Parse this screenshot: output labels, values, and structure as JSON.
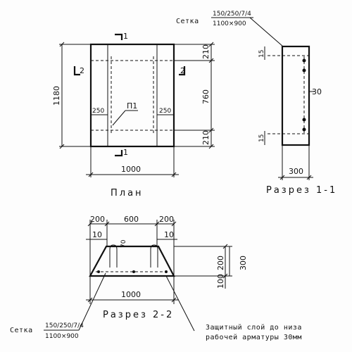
{
  "plan": {
    "title": "План",
    "dim_height": "1180",
    "dim_width": "1000",
    "dim_top": "210",
    "dim_mid": "760",
    "dim_bottom": "210",
    "dim_left_strip": "250",
    "dim_right_strip": "250",
    "mark_p1": "П1",
    "section_1_top": "1",
    "section_1_bottom": "1",
    "section_2_left": "2",
    "section_2_right": "2"
  },
  "section11": {
    "title": "Разрез 1-1",
    "mesh_label": "Сетка",
    "mesh_top": "150/250/7/4",
    "mesh_bottom": "1100×900",
    "dim_top_edge": "15",
    "dim_bottom_edge": "15",
    "dim_side": "30",
    "dim_width": "300"
  },
  "section22": {
    "title": "Разрез 2-2",
    "mesh_label": "Сетка",
    "mesh_top": "150/250/7/4",
    "mesh_bottom": "1100×900",
    "dim_200_left": "200",
    "dim_600": "600",
    "dim_200_right": "200",
    "dim_10_left": "10",
    "dim_10_right": "10",
    "dim_70": "70",
    "dim_200_v": "200",
    "dim_100_v": "100",
    "dim_300_v": "300",
    "dim_1000": "1000",
    "note_line1": "Защитный слой до низа",
    "note_line2": "рабочей арматуры 30мм"
  }
}
